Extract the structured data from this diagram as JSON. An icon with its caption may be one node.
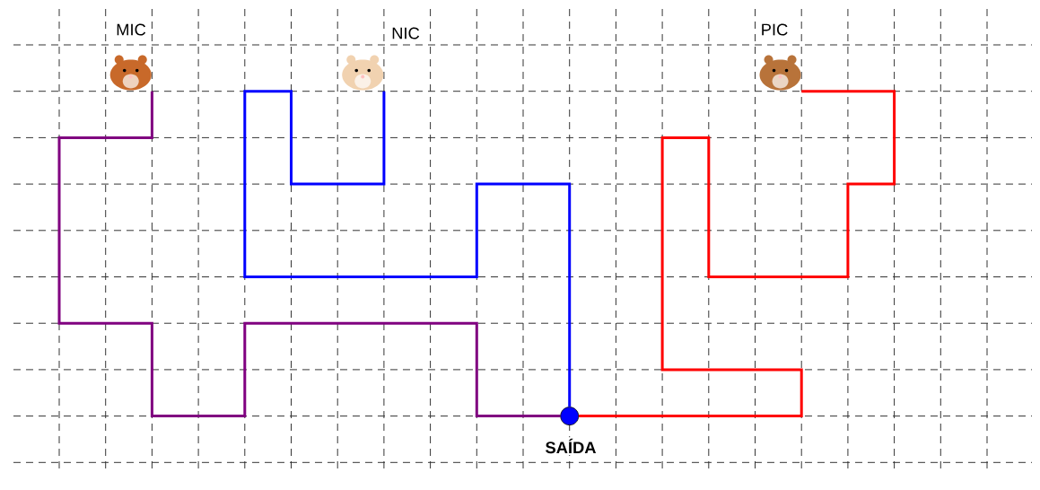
{
  "diagram": {
    "nodes": [
      {
        "text": [
          "MIC"
        ]
      },
      {
        "text": [
          "NIC"
        ]
      },
      {
        "text": [
          "PIC"
        ]
      },
      {
        "text": [
          "SAÍDA"
        ]
      }
    ],
    "edges": [
      {
        "from": 0,
        "to": 3,
        "arrow": "none",
        "color": "#800080"
      },
      {
        "from": 1,
        "to": 3,
        "arrow": "none",
        "color": "#0000ff"
      },
      {
        "from": 2,
        "to": 3,
        "arrow": "none",
        "color": "#ff0000"
      }
    ]
  }
}
